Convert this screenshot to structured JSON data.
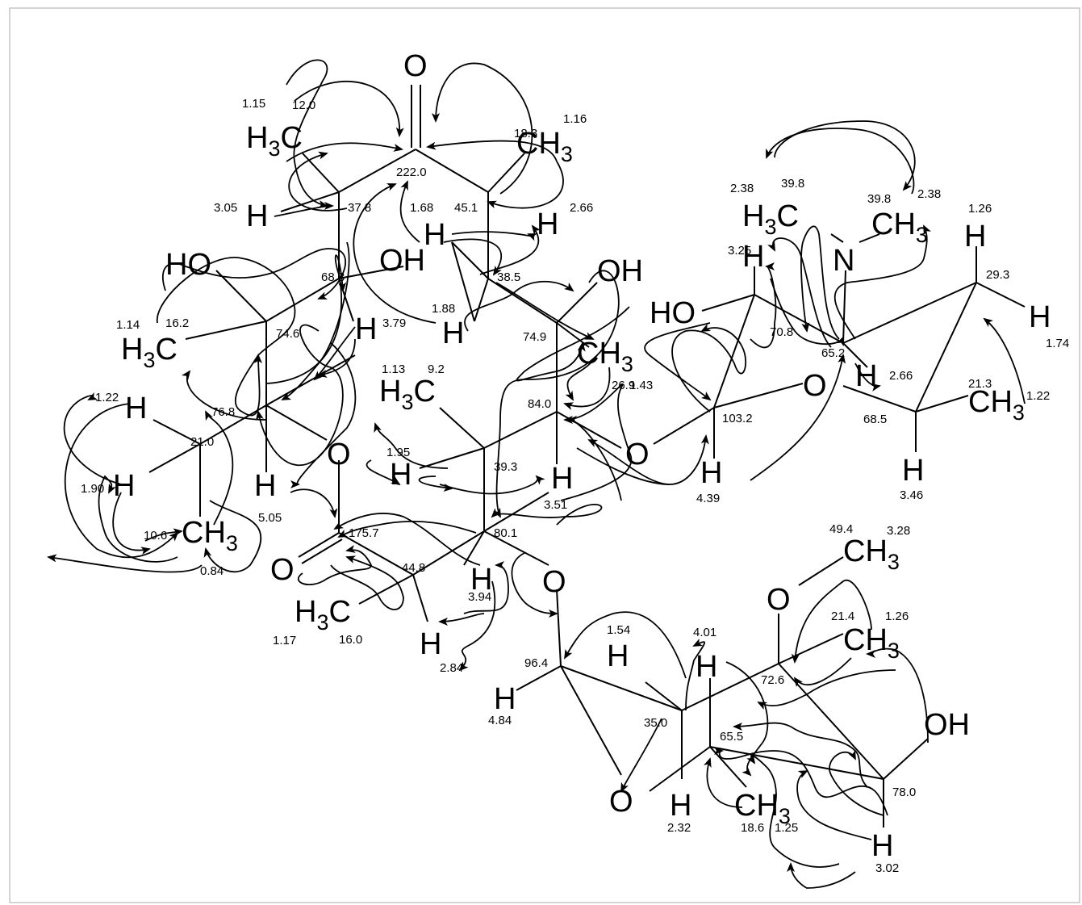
{
  "atoms": {
    "o_ketone": "O",
    "ch3_top_left": "H3C",
    "ch3_top_right": "CH3",
    "h_37_8": "H",
    "h_45_1": "H",
    "h_1_68": "H",
    "ho_left": "HO",
    "oh_center": "OH",
    "oh_right": "OH",
    "h_3_79": "H",
    "h_1_88": "H",
    "ch3_16_2": "H3C",
    "ch3_26_9": "CH3",
    "h_21_0_a": "H",
    "h_21_0_b": "H",
    "ch3_10_6": "CH3",
    "o_ring_lactone": "O",
    "h_5_05": "H",
    "ch3_9_2": "H3C",
    "h_1_95": "H",
    "h_3_51": "H",
    "o_glyco_1": "O",
    "h_4_39": "H",
    "o_lactone_carbonyl": "O",
    "ch3_16_0": "H3C",
    "h_3_94": "H",
    "h_2_84": "H",
    "o_glyco_2": "O",
    "h_4_84": "H",
    "o_sugar2_ring": "O",
    "h_2_32": "H",
    "h_1_54": "H",
    "h_4_01": "H",
    "ch3_18_6": "CH3",
    "o_methoxy": "O",
    "ch3_49_4": "CH3",
    "ch3_21_4": "CH3",
    "oh_sugar2": "OH",
    "h_3_02": "H",
    "h3c_nme": "H3C",
    "n": "N",
    "ch3_nme": "CH3",
    "h_3_25": "H",
    "ho_sugar1": "HO",
    "h_2_66_sugar": "H",
    "o_sugar1_ring": "O",
    "h_1_26": "H",
    "h_1_74": "H",
    "ch3_21_3": "CH3",
    "h_3_46": "H"
  },
  "shifts": {
    "s1": "1.15",
    "s2": "12.0",
    "s3": "18.3",
    "s4": "1.16",
    "s5": "222.0",
    "s6": "3.05",
    "s7": "37.8",
    "s8": "1.68",
    "s9": "45.1",
    "s10": "2.66",
    "s11": "68.8",
    "s12": "38.5",
    "s13": "1.88",
    "s14": "3.79",
    "s15": "1.14",
    "s16": "16.2",
    "s17": "74.6",
    "s18": "74.9",
    "s19": "26.9",
    "s20": "1.43",
    "s21": "1.13",
    "s22": "9.2",
    "s23": "84.0",
    "s24": "76.8",
    "s25": "1.22",
    "s26": "21.0",
    "s27": "1.95",
    "s28": "39.3",
    "s29": "1.90",
    "s30": "5.05",
    "s31": "3.51",
    "s32": "10.6",
    "s33": "175.7",
    "s34": "80.1",
    "s35": "0.84",
    "s36": "44.8",
    "s37": "1.17",
    "s38": "16.0",
    "s39": "3.94",
    "s40": "2.84",
    "s41": "96.4",
    "s42": "4.84",
    "s43": "1.54",
    "s44": "4.01",
    "s45": "21.4",
    "s46": "1.26",
    "s47": "49.4",
    "s48": "3.28",
    "s49": "72.6",
    "s50": "35.0",
    "s51": "65.5",
    "s52": "78.0",
    "s53": "2.32",
    "s54": "18.6",
    "s55": "1.25",
    "s56": "3.02",
    "s57": "2.38",
    "s58": "39.8",
    "s59": "39.8",
    "s60": "2.38",
    "s61": "1.26",
    "s62": "3.25",
    "s63": "29.3",
    "s64": "70.8",
    "s65": "65.2",
    "s66": "1.74",
    "s67": "2.66",
    "s68": "21.3",
    "s69": "1.22",
    "s70": "103.2",
    "s71": "68.5",
    "s72": "4.39",
    "s73": "3.46"
  }
}
